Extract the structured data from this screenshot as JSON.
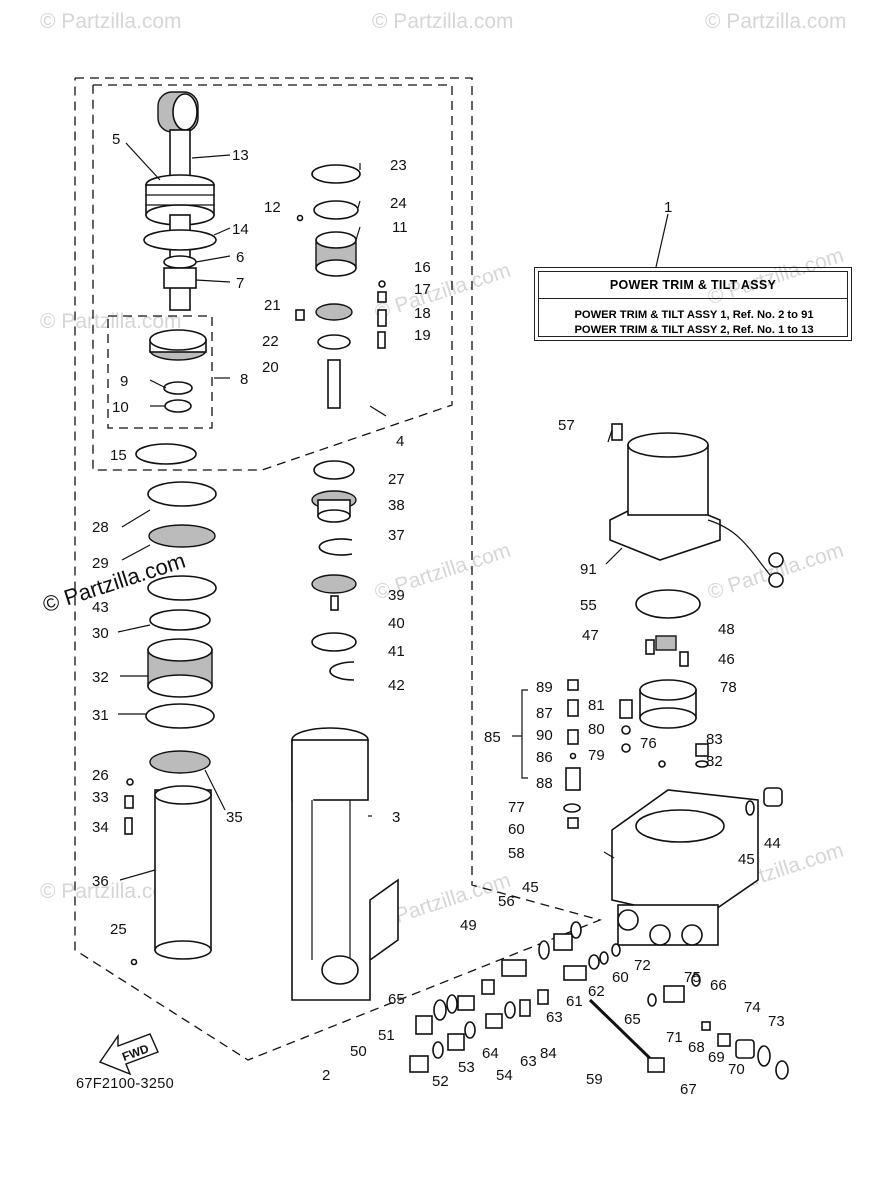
{
  "watermark": "© Partzilla.com",
  "title_box": {
    "heading": "POWER TRIM & TILT ASSY",
    "line1": "POWER TRIM & TILT ASSY 1, Ref. No. 2 to 91",
    "line2": "POWER TRIM & TILT ASSY 2, Ref. No. 1 to 13"
  },
  "diagram_code": "67F2100-3250",
  "fwd_label": "FWD",
  "callouts": [
    "1",
    "2",
    "3",
    "4",
    "5",
    "6",
    "7",
    "8",
    "9",
    "10",
    "11",
    "12",
    "13",
    "14",
    "15",
    "16",
    "17",
    "18",
    "19",
    "20",
    "21",
    "22",
    "23",
    "24",
    "25",
    "26",
    "27",
    "28",
    "29",
    "30",
    "31",
    "32",
    "33",
    "34",
    "35",
    "36",
    "37",
    "38",
    "39",
    "40",
    "41",
    "42",
    "43",
    "44",
    "45",
    "45",
    "46",
    "47",
    "48",
    "49",
    "50",
    "51",
    "52",
    "53",
    "54",
    "55",
    "56",
    "57",
    "58",
    "59",
    "60",
    "60",
    "61",
    "62",
    "63",
    "63",
    "64",
    "65",
    "65",
    "66",
    "67",
    "68",
    "69",
    "70",
    "71",
    "72",
    "73",
    "74",
    "75",
    "76",
    "77",
    "78",
    "79",
    "80",
    "81",
    "82",
    "83",
    "84",
    "85",
    "86",
    "87",
    "88",
    "89",
    "90",
    "91"
  ]
}
